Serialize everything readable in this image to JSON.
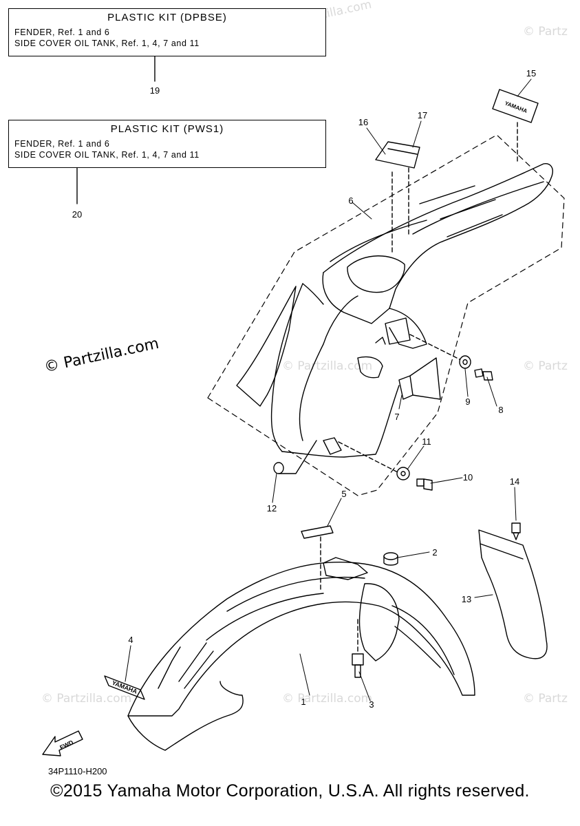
{
  "kits": [
    {
      "title": "PLASTIC KIT (DPBSE)",
      "lines": [
        "FENDER, Ref. 1 and 6",
        "SIDE COVER OIL TANK, Ref. 1, 4, 7 and 11"
      ],
      "ref": "19"
    },
    {
      "title": "PLASTIC KIT (PWS1)",
      "lines": [
        "FENDER, Ref. 1 and 6",
        "SIDE COVER OIL TANK, Ref. 1, 4, 7 and 11"
      ],
      "ref": "20"
    }
  ],
  "callouts": [
    "1",
    "2",
    "3",
    "4",
    "5",
    "6",
    "7",
    "8",
    "9",
    "10",
    "11",
    "12",
    "13",
    "14",
    "15",
    "16",
    "17"
  ],
  "decal_text": "YAMAHA",
  "fwd_label": "FWD",
  "watermark_main": "© Partzilla.com",
  "watermark": "© Partzilla.com",
  "watermark_partial": "© Partz",
  "diagram_id": "34P1110-H200",
  "copyright": "©2015 Yamaha Motor Corporation, U.S.A. All rights reserved."
}
